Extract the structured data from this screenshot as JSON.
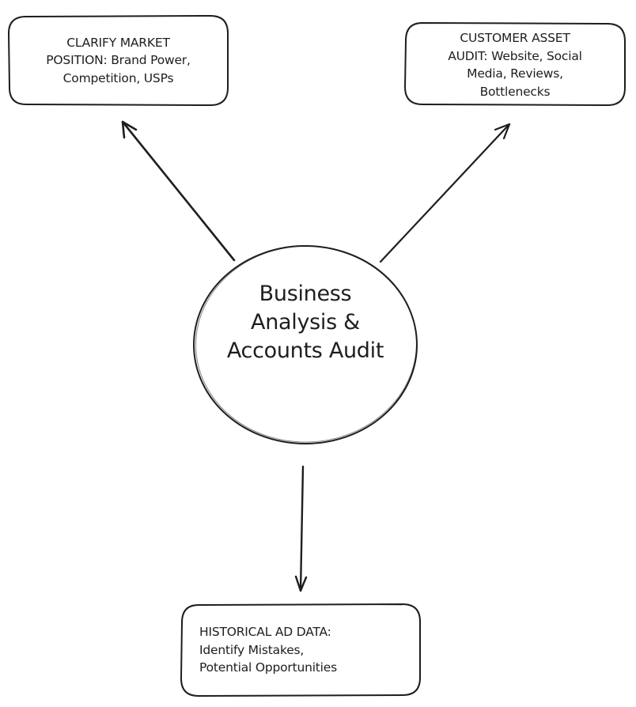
{
  "diagram": {
    "type": "mind-map",
    "stroke_color": "#1e1e1e",
    "background_color": "#ffffff",
    "center_node": {
      "id": "business-analysis",
      "shape": "ellipse",
      "lines": [
        "Business",
        "Analysis &",
        "Accounts Audit"
      ]
    },
    "nodes": [
      {
        "id": "clarify-market-position",
        "shape": "rounded-rectangle",
        "lines": [
          "CLARIFY MARKET",
          "POSITION: Brand Power,",
          "Competition, USPs"
        ]
      },
      {
        "id": "customer-asset-audit",
        "shape": "rounded-rectangle",
        "lines": [
          "CUSTOMER ASSET",
          "AUDIT: Website, Social",
          "Media, Reviews,",
          "Bottlenecks"
        ]
      },
      {
        "id": "historical-ad-data",
        "shape": "rounded-rectangle",
        "lines": [
          "HISTORICAL AD DATA:",
          "Identify Mistakes,",
          "Potential Opportunities"
        ]
      }
    ],
    "edges": [
      {
        "from": "business-analysis",
        "to": "clarify-market-position",
        "arrow": "end"
      },
      {
        "from": "business-analysis",
        "to": "customer-asset-audit",
        "arrow": "end"
      },
      {
        "from": "business-analysis",
        "to": "historical-ad-data",
        "arrow": "end"
      }
    ]
  }
}
